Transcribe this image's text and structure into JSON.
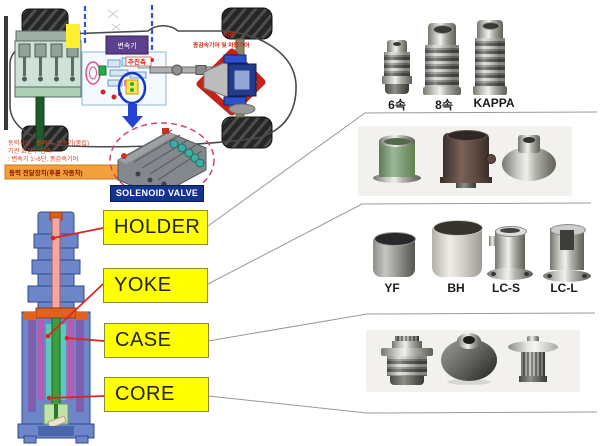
{
  "diagram": {
    "solenoid_caption": "SOLENOID VALVE",
    "notes": [
      "동력차단 : 클러치, 변속기(중립)",
      "기관 회전수 감속",
      ": 변속기 1~6단, 종감속기어"
    ],
    "power_label": "동력 전달장치(후륜 자동차)",
    "labels": {
      "transmission": "변속기",
      "propeller_shaft": "추진축",
      "axle": "차축",
      "final_gear": "종감속기어 및 차동기어"
    }
  },
  "callouts": [
    {
      "label": "HOLDER"
    },
    {
      "label": "YOKE"
    },
    {
      "label": "CASE"
    },
    {
      "label": "CORE"
    }
  ],
  "groups": [
    {
      "name": "holder-variants",
      "labels": [
        "6속",
        "8속",
        "KAPPA"
      ]
    },
    {
      "name": "yoke-variants",
      "labels": []
    },
    {
      "name": "case-variants",
      "labels": [
        "YF",
        "BH",
        "LC-S",
        "LC-L"
      ]
    },
    {
      "name": "core-variants",
      "labels": []
    }
  ],
  "colors": {
    "callout_bg": "#ffff00",
    "callout_border": "#8a8a3a",
    "connector_red": "#e02222",
    "separator_gray": "#999999",
    "solenoid_box_bg": "#16338e",
    "power_label_bg": "#f2a13a",
    "note_red": "#d5401e"
  }
}
